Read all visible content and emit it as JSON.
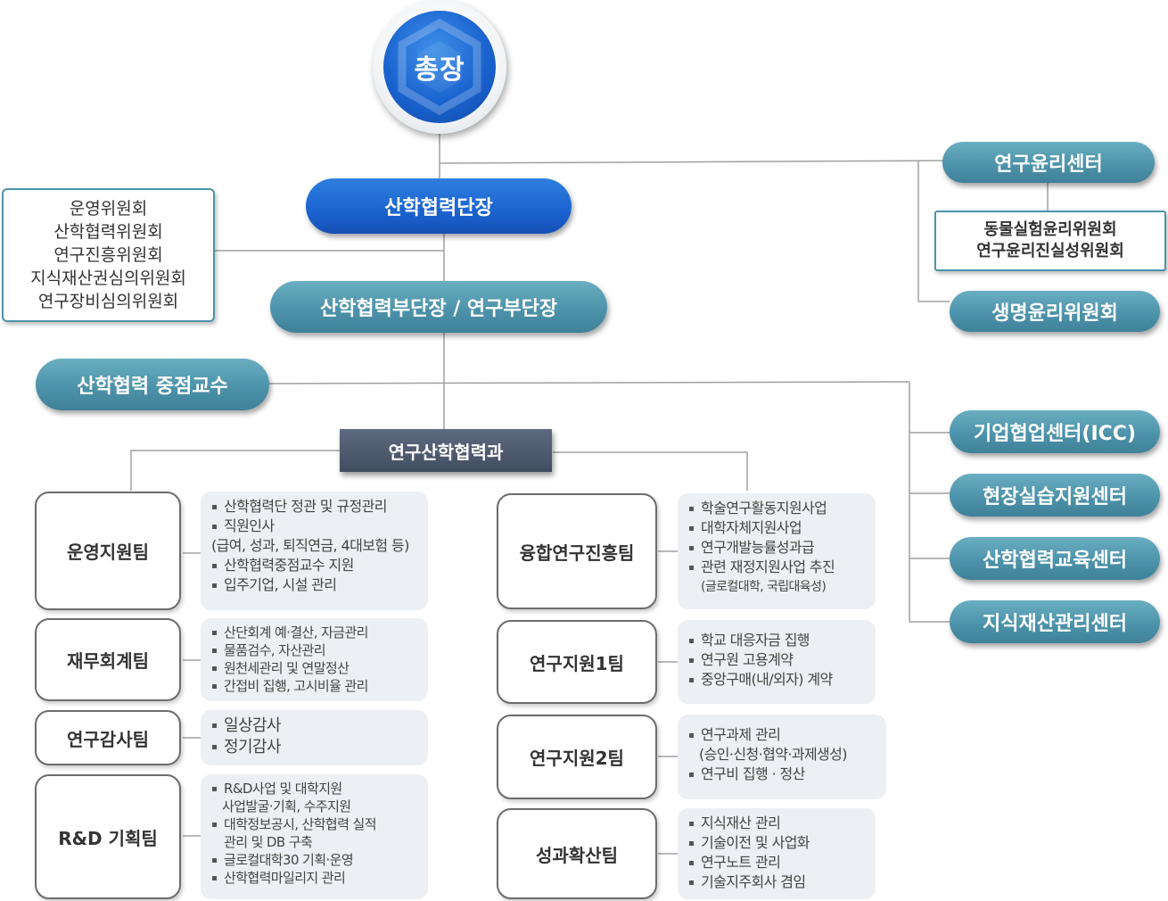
{
  "president": {
    "label": "총장"
  },
  "dean": {
    "label": "산학협력단장"
  },
  "vice_dean": {
    "label": "산학협력부단장 / 연구부단장"
  },
  "key_professor": {
    "label": "산학협력 중점교수"
  },
  "committees": [
    "운영위원회",
    "산학협력위원회",
    "연구진흥위원회",
    "지식재산권심의위원회",
    "연구장비심의위원회"
  ],
  "right_units": {
    "research_ethics_center": "연구윤리센터",
    "ethics_committees": [
      "동물실험윤리위원회",
      "연구윤리진실성위원회"
    ],
    "bioethics_committee": "생명윤리위원회",
    "centers": [
      "기업협업센터(ICC)",
      "현장실습지원센터",
      "산학협력교육센터",
      "지식재산관리센터"
    ]
  },
  "department": {
    "label": "연구산학협력과"
  },
  "teams": [
    {
      "name": "운영지원팀",
      "duties": [
        "산학협력단 정관 및 규정관리",
        "직원인사",
        "(급여, 성과, 퇴직연금, 4대보험  등)",
        "산학협력중점교수 지원",
        "입주기업, 시설 관리"
      ]
    },
    {
      "name": "재무회계팀",
      "duties": [
        "산단회계 예·결산, 자금관리",
        "물품검수, 자산관리",
        "원천세관리 및 연말정산",
        "간접비 집행,  고시비율 관리"
      ]
    },
    {
      "name": "연구감사팀",
      "duties": [
        "일상감사",
        "정기감사"
      ]
    },
    {
      "name": "R&D 기획팀",
      "duties": [
        "R&D사업 및 대학지원",
        "사업발굴·기획, 수주지원",
        "대학정보공시, 산학협력 실적",
        "관리 및 DB 구축",
        "글로컬대학30 기획·운영",
        "산학협력마일리지 관리"
      ]
    },
    {
      "name": "융합연구진흥팀",
      "duties": [
        "학술연구활동지원사업",
        "대학자체지원사업",
        "연구개발능률성과급",
        "관련 재정지원사업  추진",
        "(글로컬대학, 국립대육성)"
      ]
    },
    {
      "name": "연구지원1팀",
      "duties": [
        "학교 대응자금 집행",
        "연구원 고용계약",
        "중앙구매(내/외자) 계약"
      ]
    },
    {
      "name": "연구지원2팀",
      "duties": [
        "연구과제 관리",
        "(승인·신청·협약·과제생성)",
        "연구비 집행 · 정산"
      ]
    },
    {
      "name": "성과확산팀",
      "duties": [
        "지식재산 관리",
        "기술이전 및 사업화",
        "연구노트 관리",
        "기술지주회사 겸임"
      ]
    }
  ],
  "colors": {
    "blue": "#1b63cf",
    "teal": "#4d93aa",
    "dept": "#4a566a",
    "line": "#9a9a9a"
  }
}
